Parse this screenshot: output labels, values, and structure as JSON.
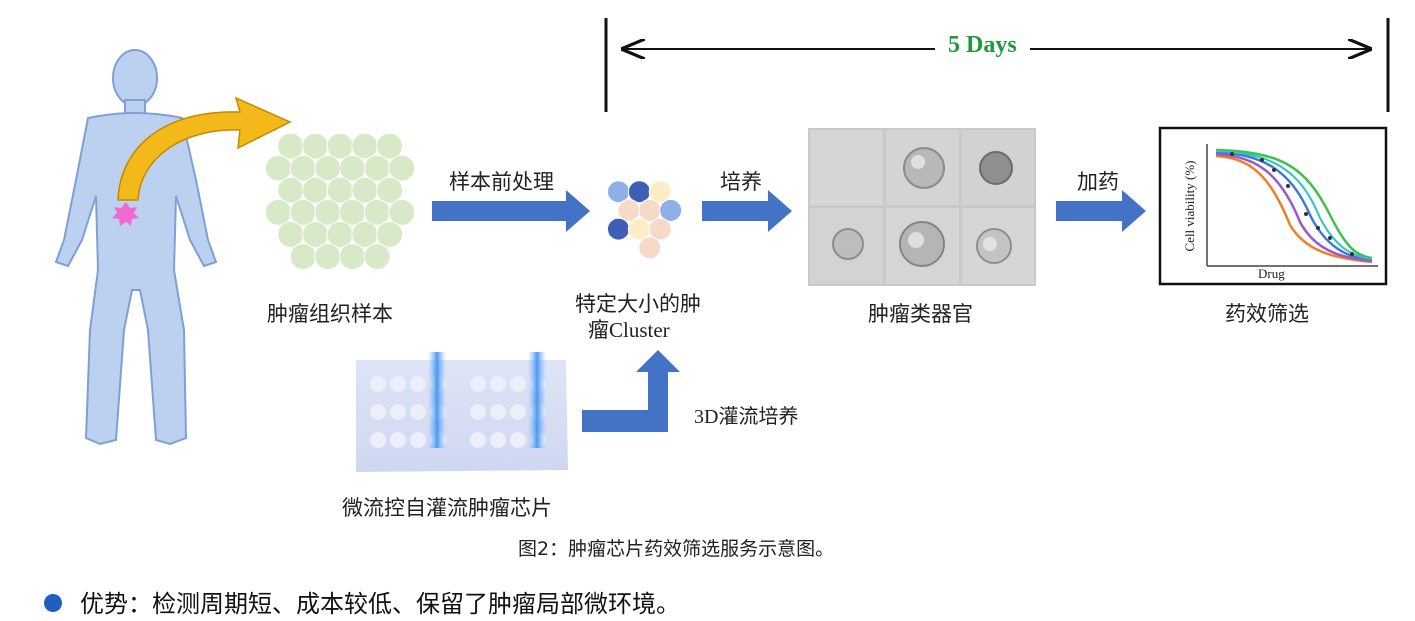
{
  "timeline": {
    "label": "5 Days"
  },
  "stages": {
    "tissue": "肿瘤组织样本",
    "cluster_line1": "特定大小的肿",
    "cluster_line2": "瘤Cluster",
    "organoid": "肿瘤类器官",
    "screening": "药效筛选",
    "chip": "微流控自灌流肿瘤芯片"
  },
  "steps": {
    "pretreat": "样本前处理",
    "culture": "培养",
    "add_drug": "加药",
    "perfusion": "3D灌流培养"
  },
  "curve_chart": {
    "ylabel": "Cell viability (%)",
    "xlabel": "Drug"
  },
  "caption": "图2：肿瘤芯片药效筛选服务示意图。",
  "advantage": "优势：检测周期短、成本较低、保留了肿瘤局部微环境。",
  "colors": {
    "arrow_blue": "#4472c4",
    "days_green": "#1e9a3a",
    "bullet_blue": "#1f5fbf",
    "body_blue": "#bcd0f0"
  }
}
